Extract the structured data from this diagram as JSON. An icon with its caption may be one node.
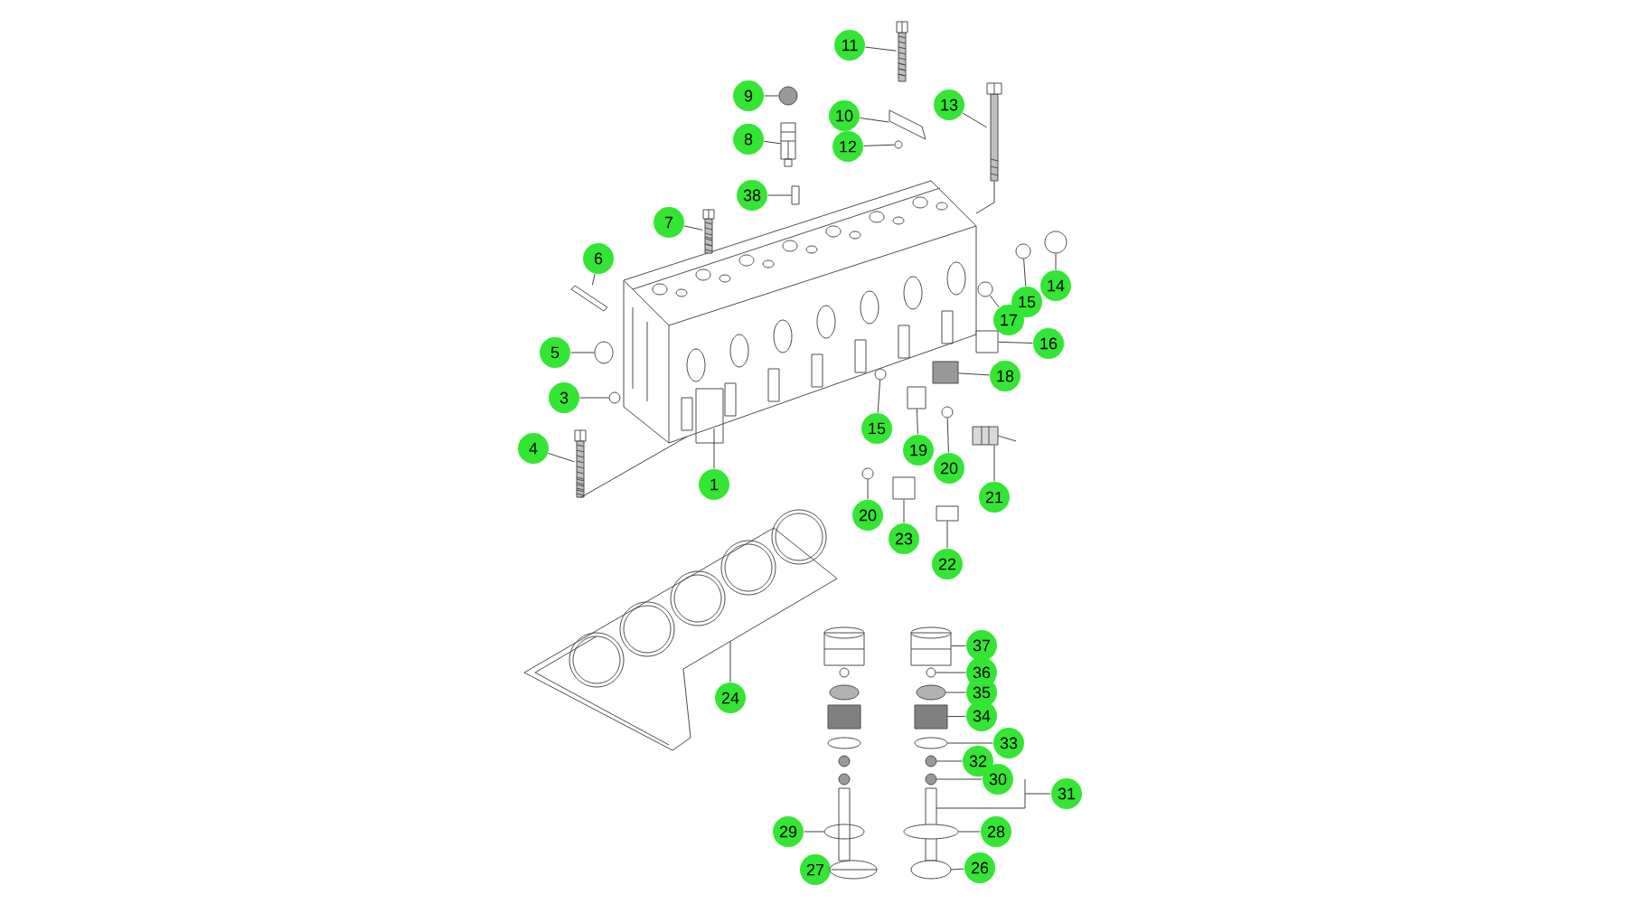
{
  "diagram": {
    "nodes": [
      {
        "text": [
          "11"
        ]
      },
      {
        "text": [
          "9"
        ]
      },
      {
        "text": [
          "10"
        ]
      },
      {
        "text": [
          "13"
        ]
      },
      {
        "text": [
          "8"
        ]
      },
      {
        "text": [
          "12"
        ]
      },
      {
        "text": [
          "38"
        ]
      },
      {
        "text": [
          "7"
        ]
      },
      {
        "text": [
          "6"
        ]
      },
      {
        "text": [
          "14"
        ]
      },
      {
        "text": [
          "15"
        ]
      },
      {
        "text": [
          "17"
        ]
      },
      {
        "text": [
          "16"
        ]
      },
      {
        "text": [
          "5"
        ]
      },
      {
        "text": [
          "18"
        ]
      },
      {
        "text": [
          "3"
        ]
      },
      {
        "text": [
          "15"
        ]
      },
      {
        "text": [
          "19"
        ]
      },
      {
        "text": [
          "4"
        ]
      },
      {
        "text": [
          "20"
        ]
      },
      {
        "text": [
          "1"
        ]
      },
      {
        "text": [
          "21"
        ]
      },
      {
        "text": [
          "20"
        ]
      },
      {
        "text": [
          "23"
        ]
      },
      {
        "text": [
          "22"
        ]
      },
      {
        "text": [
          "24"
        ]
      },
      {
        "text": [
          "37"
        ]
      },
      {
        "text": [
          "36"
        ]
      },
      {
        "text": [
          "35"
        ]
      },
      {
        "text": [
          "34"
        ]
      },
      {
        "text": [
          "33"
        ]
      },
      {
        "text": [
          "32"
        ]
      },
      {
        "text": [
          "30"
        ]
      },
      {
        "text": [
          "31"
        ]
      },
      {
        "text": [
          "29"
        ]
      },
      {
        "text": [
          "28"
        ]
      },
      {
        "text": [
          "27"
        ]
      },
      {
        "text": [
          "26"
        ]
      },
      {
        "text": [],
        "shape": "picture"
      },
      {
        "text": [],
        "shape": "circle"
      },
      {
        "text": [],
        "shape": "picture"
      },
      {
        "text": [],
        "shape": "picture"
      },
      {
        "text": [],
        "shape": "picture"
      },
      {
        "text": [],
        "shape": "circle"
      },
      {
        "text": [],
        "shape": "box"
      },
      {
        "text": [],
        "shape": "picture"
      },
      {
        "text": [],
        "shape": "picture"
      },
      {
        "text": [],
        "shape": "circle"
      },
      {
        "text": [],
        "shape": "circle"
      },
      {
        "text": [],
        "shape": "circle"
      },
      {
        "text": [],
        "shape": "box"
      },
      {
        "text": [],
        "shape": "circle"
      },
      {
        "text": [],
        "shape": "box"
      },
      {
        "text": [],
        "shape": "circle"
      },
      {
        "text": [],
        "shape": "circle"
      },
      {
        "text": [],
        "shape": "box"
      },
      {
        "text": [],
        "shape": "picture"
      },
      {
        "text": [],
        "shape": "circle"
      },
      {
        "text": [],
        "shape": "picture"
      },
      {
        "text": [],
        "shape": "picture"
      },
      {
        "text": [],
        "shape": "circle"
      },
      {
        "text": [],
        "shape": "box"
      },
      {
        "text": [],
        "shape": "box"
      },
      {
        "text": [],
        "shape": "picture"
      },
      {
        "text": [],
        "shape": "picture"
      },
      {
        "text": [],
        "shape": "circle"
      },
      {
        "text": [],
        "shape": "circle"
      },
      {
        "text": [],
        "shape": "box"
      },
      {
        "text": [],
        "shape": "circle"
      },
      {
        "text": [],
        "shape": "circle"
      },
      {
        "text": [],
        "shape": "circle"
      },
      {
        "text": [],
        "shape": "picture"
      },
      {
        "text": [],
        "shape": "circle"
      },
      {
        "text": [],
        "shape": "circle"
      },
      {
        "text": [],
        "shape": "picture"
      }
    ],
    "edges": [
      {
        "from": 0,
        "to": 38,
        "arrow": "none"
      },
      {
        "from": 1,
        "to": 39,
        "arrow": "none"
      },
      {
        "from": 2,
        "to": 40,
        "arrow": "none"
      },
      {
        "from": 3,
        "to": 41,
        "arrow": "none"
      },
      {
        "from": 4,
        "to": 42,
        "arrow": "none"
      },
      {
        "from": 5,
        "to": 43,
        "arrow": "none"
      },
      {
        "from": 6,
        "to": 44,
        "arrow": "none"
      },
      {
        "from": 7,
        "to": 45,
        "arrow": "none"
      },
      {
        "from": 8,
        "to": 46,
        "arrow": "none"
      },
      {
        "from": 9,
        "to": 47,
        "arrow": "none"
      },
      {
        "from": 10,
        "to": 48,
        "arrow": "none"
      },
      {
        "from": 11,
        "to": 49,
        "arrow": "none"
      },
      {
        "from": 12,
        "to": 50,
        "arrow": "none"
      },
      {
        "from": 13,
        "to": 51,
        "arrow": "none"
      },
      {
        "from": 14,
        "to": 52,
        "arrow": "none"
      },
      {
        "from": 15,
        "to": 53,
        "arrow": "none"
      },
      {
        "from": 16,
        "to": 54,
        "arrow": "none"
      },
      {
        "from": 17,
        "to": 55,
        "arrow": "none"
      },
      {
        "from": 18,
        "to": 56,
        "arrow": "none"
      },
      {
        "from": 19,
        "to": 57,
        "arrow": "none"
      },
      {
        "from": 20,
        "to": 58,
        "arrow": "none"
      },
      {
        "from": 21,
        "to": 59,
        "arrow": "none"
      },
      {
        "from": 22,
        "to": 60,
        "arrow": "none"
      },
      {
        "from": 23,
        "to": 61,
        "arrow": "none"
      },
      {
        "from": 24,
        "to": 62,
        "arrow": "none"
      },
      {
        "from": 25,
        "to": 63,
        "arrow": "none"
      },
      {
        "from": 26,
        "to": 64,
        "arrow": "none"
      },
      {
        "from": 27,
        "to": 65,
        "arrow": "none"
      },
      {
        "from": 28,
        "to": 66,
        "arrow": "none"
      },
      {
        "from": 29,
        "to": 67,
        "arrow": "none"
      },
      {
        "from": 30,
        "to": 68,
        "arrow": "none"
      },
      {
        "from": 31,
        "to": 69,
        "arrow": "none"
      },
      {
        "from": 32,
        "to": 70,
        "arrow": "none"
      },
      {
        "from": 33,
        "to": 71,
        "arrow": "none"
      },
      {
        "from": 34,
        "to": 72,
        "arrow": "none"
      },
      {
        "from": 35,
        "to": 73,
        "arrow": "none"
      },
      {
        "from": 36,
        "to": 74,
        "arrow": "none"
      },
      {
        "from": 37,
        "to": 71,
        "arrow": "none"
      },
      {
        "from": 41,
        "to": 58,
        "arrow": "none"
      },
      {
        "from": 56,
        "to": 58,
        "arrow": "none"
      }
    ]
  }
}
